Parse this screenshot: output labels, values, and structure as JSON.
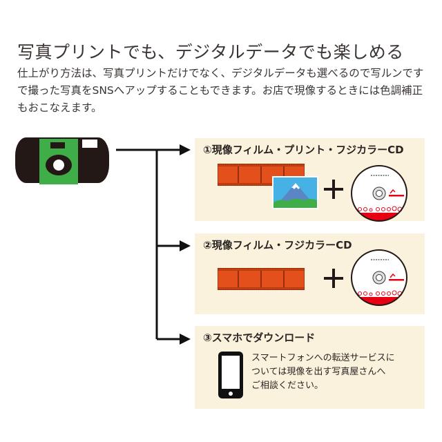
{
  "header": {
    "title": "写真プリントでも、デジタルデータでも楽しめる",
    "description": "仕上がり方法は、写真プリントだけでなく、デジタルデータも選べるので写ルンですで撮った写真をSNSへアップすることもできます。お店で現像するときには色調補正もおこなえます。"
  },
  "colors": {
    "box_background": "#fbf2dd",
    "film_orange": "#e4501b",
    "camera_green": "#3fae49",
    "camera_body": "#231815",
    "cd_red": "#e60012",
    "sky_blue": "#45b1e5"
  },
  "options": [
    {
      "label": "①現像フィルム・プリント・フジカラーCD",
      "items": [
        "film-strip-icon",
        "photo-print-icon",
        "plus-icon",
        "cd-icon"
      ]
    },
    {
      "label": "②現像フィルム・フジカラーCD",
      "items": [
        "film-strip-icon",
        "plus-icon",
        "cd-icon"
      ]
    },
    {
      "label": "③スマホでダウンロード",
      "items": [
        "smartphone-icon"
      ],
      "text_lines": [
        "スマートフォンへの転送サービスに",
        "ついては現像を出す写真屋さんへ",
        "ご相談ください。"
      ]
    }
  ]
}
